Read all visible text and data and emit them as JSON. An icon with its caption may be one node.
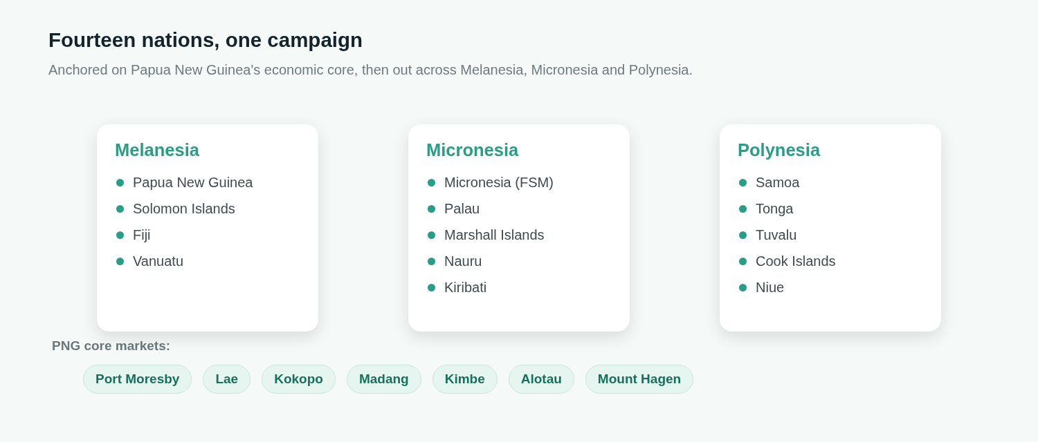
{
  "diagram": {
    "title": "Fourteen nations, one campaign",
    "nodes": [
      {
        "text": [
          "Melanesia",
          "Papua New Guinea",
          "Solomon Islands",
          "Fiji",
          "Vanuatu"
        ]
      },
      {
        "text": [
          "Micronesia",
          "Micronesia (FSM)",
          "Palau",
          "Marshall Islands",
          "Nauru",
          "Kiribati"
        ]
      },
      {
        "text": [
          "Polynesia",
          "Samoa",
          "Tonga",
          "Tuvalu",
          "Cook Islands",
          "Niue"
        ]
      },
      {
        "text": [
          "Port Moresby"
        ]
      },
      {
        "text": [
          "Lae"
        ]
      },
      {
        "text": [
          "Kokopo"
        ]
      },
      {
        "text": [
          "Madang"
        ]
      },
      {
        "text": [
          "Kimbe"
        ]
      },
      {
        "text": [
          "Alotau"
        ]
      },
      {
        "text": [
          "Mount Hagen"
        ]
      }
    ],
    "labels": [
      "Anchored on Papua New Guinea's economic core, then out across Melanesia, Micronesia and Polynesia.",
      "PNG core markets:"
    ]
  }
}
